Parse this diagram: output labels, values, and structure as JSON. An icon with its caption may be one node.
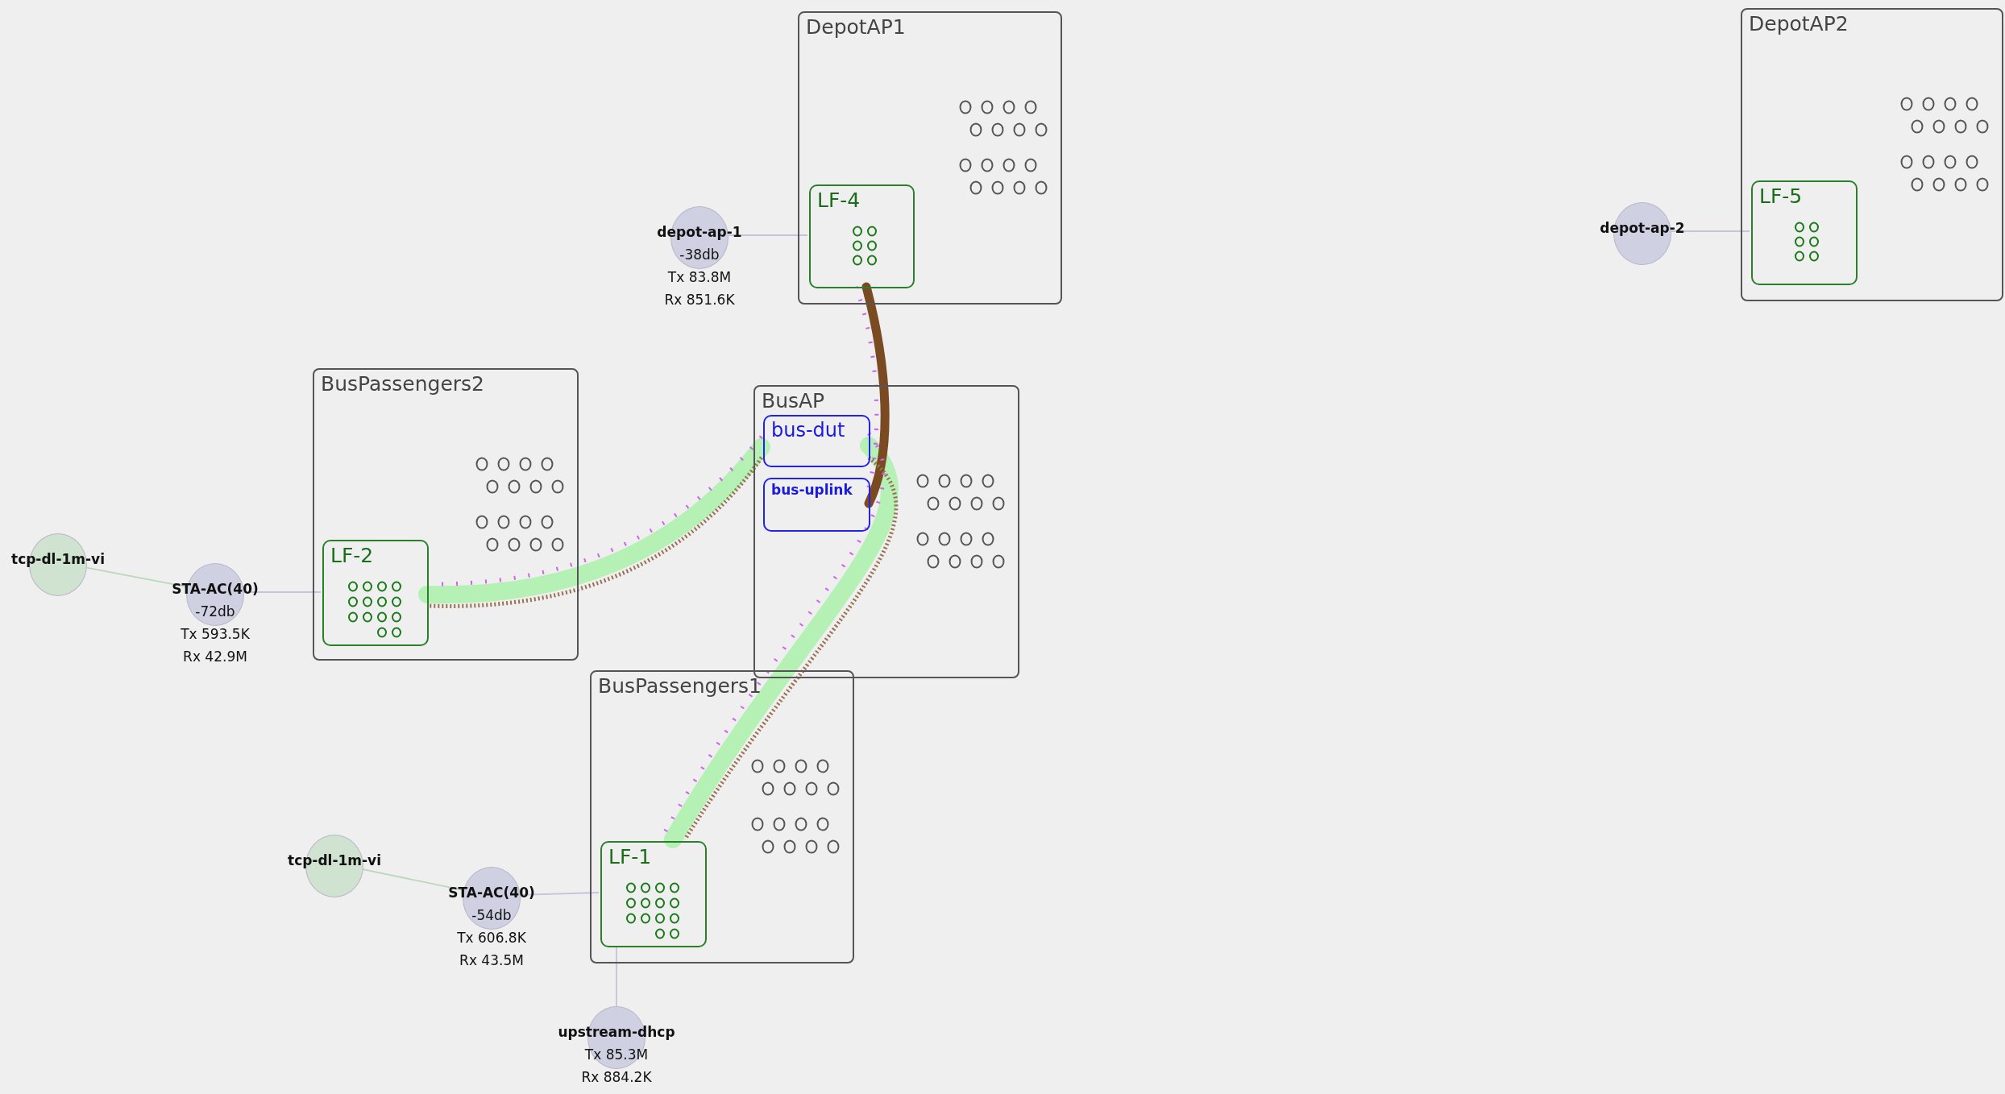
{
  "diagram": {
    "nodes": [
      {
        "text": [
          "DepotAP1"
        ]
      },
      {
        "text": [
          "LF-4"
        ],
        "in": 0
      },
      {
        "text": [
          "DepotAP2"
        ]
      },
      {
        "text": [
          "LF-5"
        ],
        "in": 2
      },
      {
        "text": [
          "BusPassengers2"
        ]
      },
      {
        "text": [
          "LF-2"
        ],
        "in": 4
      },
      {
        "text": [
          "BusAP"
        ]
      },
      {
        "text": [
          "bus-dut"
        ],
        "in": 6
      },
      {
        "text": [
          "bus-uplink"
        ],
        "in": 6
      },
      {
        "text": [
          "BusPassengers1"
        ]
      },
      {
        "text": [
          "LF-1"
        ],
        "in": 9
      },
      {
        "text": [
          "depot-ap-1",
          "-38db",
          "Tx 83.8M",
          "Rx 851.6K"
        ]
      },
      {
        "text": [
          "depot-ap-2"
        ]
      },
      {
        "text": [
          "tcp-dl-1m-vi"
        ]
      },
      {
        "text": [
          "STA-AC(40)",
          "-72db",
          "Tx 593.5K",
          "Rx 42.9M"
        ]
      },
      {
        "text": [
          "tcp-dl-1m-vi"
        ]
      },
      {
        "text": [
          "STA-AC(40)",
          "-54db",
          "Tx 606.8K",
          "Rx 43.5M"
        ]
      },
      {
        "text": [
          "upstream-dhcp",
          "Tx 85.3M",
          "Rx 884.2K"
        ]
      }
    ],
    "edges": [
      {
        "from": 11,
        "to": 1,
        "arrow": "none"
      },
      {
        "from": 12,
        "to": 3,
        "arrow": "none"
      },
      {
        "from": 13,
        "to": 14,
        "arrow": "none",
        "color": "#b9d8b9"
      },
      {
        "from": 14,
        "to": 5,
        "arrow": "none"
      },
      {
        "from": 15,
        "to": 16,
        "arrow": "none",
        "color": "#b9d8b9"
      },
      {
        "from": 16,
        "to": 10,
        "arrow": "none"
      },
      {
        "from": 17,
        "to": 10,
        "arrow": "none"
      },
      {
        "from": 5,
        "to": 7,
        "arrow": "none",
        "style": "thick",
        "color": "#b5f0b5"
      },
      {
        "from": 7,
        "to": 5,
        "arrow": "none",
        "style": "dashed",
        "color": "#9a7050"
      },
      {
        "from": 7,
        "to": 5,
        "arrow": "none",
        "style": "dashed",
        "color": "#d060f0"
      },
      {
        "from": 10,
        "to": 7,
        "arrow": "none",
        "style": "thick",
        "color": "#b5f0b5"
      },
      {
        "from": 7,
        "to": 10,
        "arrow": "none",
        "style": "dashed",
        "color": "#9a7050"
      },
      {
        "from": 7,
        "to": 10,
        "arrow": "none",
        "style": "dashed",
        "color": "#d060f0"
      },
      {
        "from": 1,
        "to": 8,
        "arrow": "none",
        "style": "thick",
        "color": "#7a4a22"
      },
      {
        "from": 8,
        "to": 1,
        "arrow": "none",
        "style": "dashed",
        "color": "#d060f0"
      }
    ]
  }
}
